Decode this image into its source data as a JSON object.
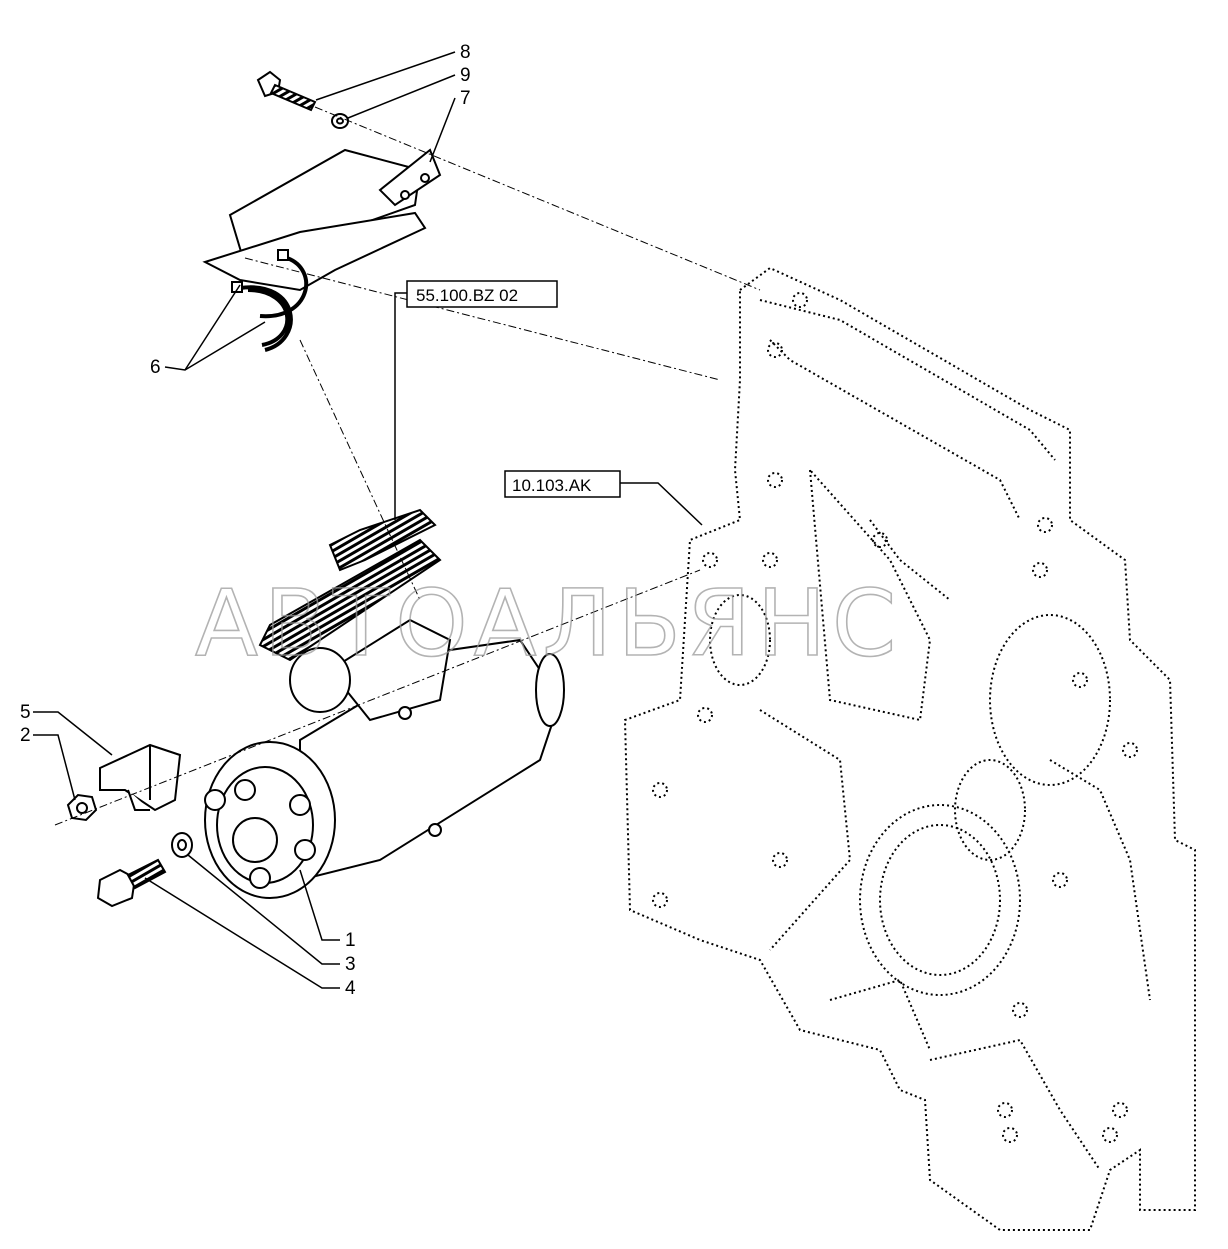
{
  "diagram": {
    "callouts": [
      "8",
      "9",
      "7",
      "6",
      "5",
      "2",
      "1",
      "3",
      "4"
    ],
    "references": [
      "55.100.BZ 02",
      "10.103.AK"
    ],
    "watermark": "АВТОАЛЬЯНС"
  }
}
